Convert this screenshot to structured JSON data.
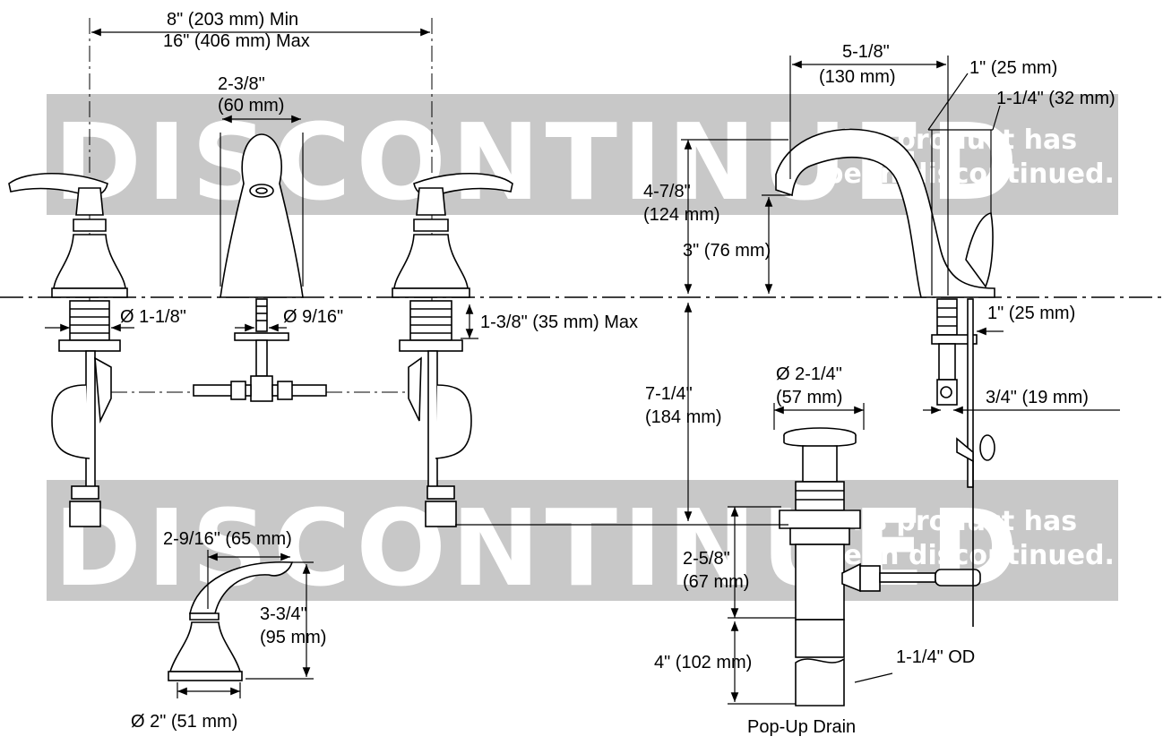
{
  "watermark": {
    "word": "DISCONTINUED",
    "note_line1": "This product has",
    "note_line2": "been discontinued."
  },
  "dimensions": {
    "spread_min": "8\" (203 mm) Min",
    "spread_max": "16\" (406 mm) Max",
    "spout_width_in": "2-3/8\"",
    "spout_width_mm": "(60 mm)",
    "handle_shank_dia": "Ø 1-1/8\"",
    "spout_shank_dia": "Ø 9/16\"",
    "mount_max": "1-3/8\" (35 mm) Max",
    "handle_length": "2-9/16\" (65 mm)",
    "handle_height_in": "3-3/4\"",
    "handle_height_mm": "(95 mm)",
    "handle_base_dia": "Ø 2\" (51 mm)",
    "spout_reach_in": "5-1/8\"",
    "spout_reach_mm": "(130 mm)",
    "spout_base_1": "1\" (25 mm)",
    "spout_base_2": "1-1/4\" (32 mm)",
    "spout_height_in": "4-7/8\"",
    "spout_height_mm": "(124 mm)",
    "aerator_height": "3\" (76 mm)",
    "lift_rod_offset": "1\" (25 mm)",
    "drain_depth_in": "7-1/4\"",
    "drain_depth_mm": "(184 mm)",
    "drain_flange_in": "Ø 2-1/4\"",
    "drain_flange_mm": "(57 mm)",
    "tailpiece_offset": "3/4\" (19 mm)",
    "drain_body_in": "2-5/8\"",
    "drain_body_mm": "(67 mm)",
    "tailpiece_length": "4\" (102 mm)",
    "tailpiece_od": "1-1/4\" OD",
    "drain_caption": "Pop-Up Drain"
  }
}
